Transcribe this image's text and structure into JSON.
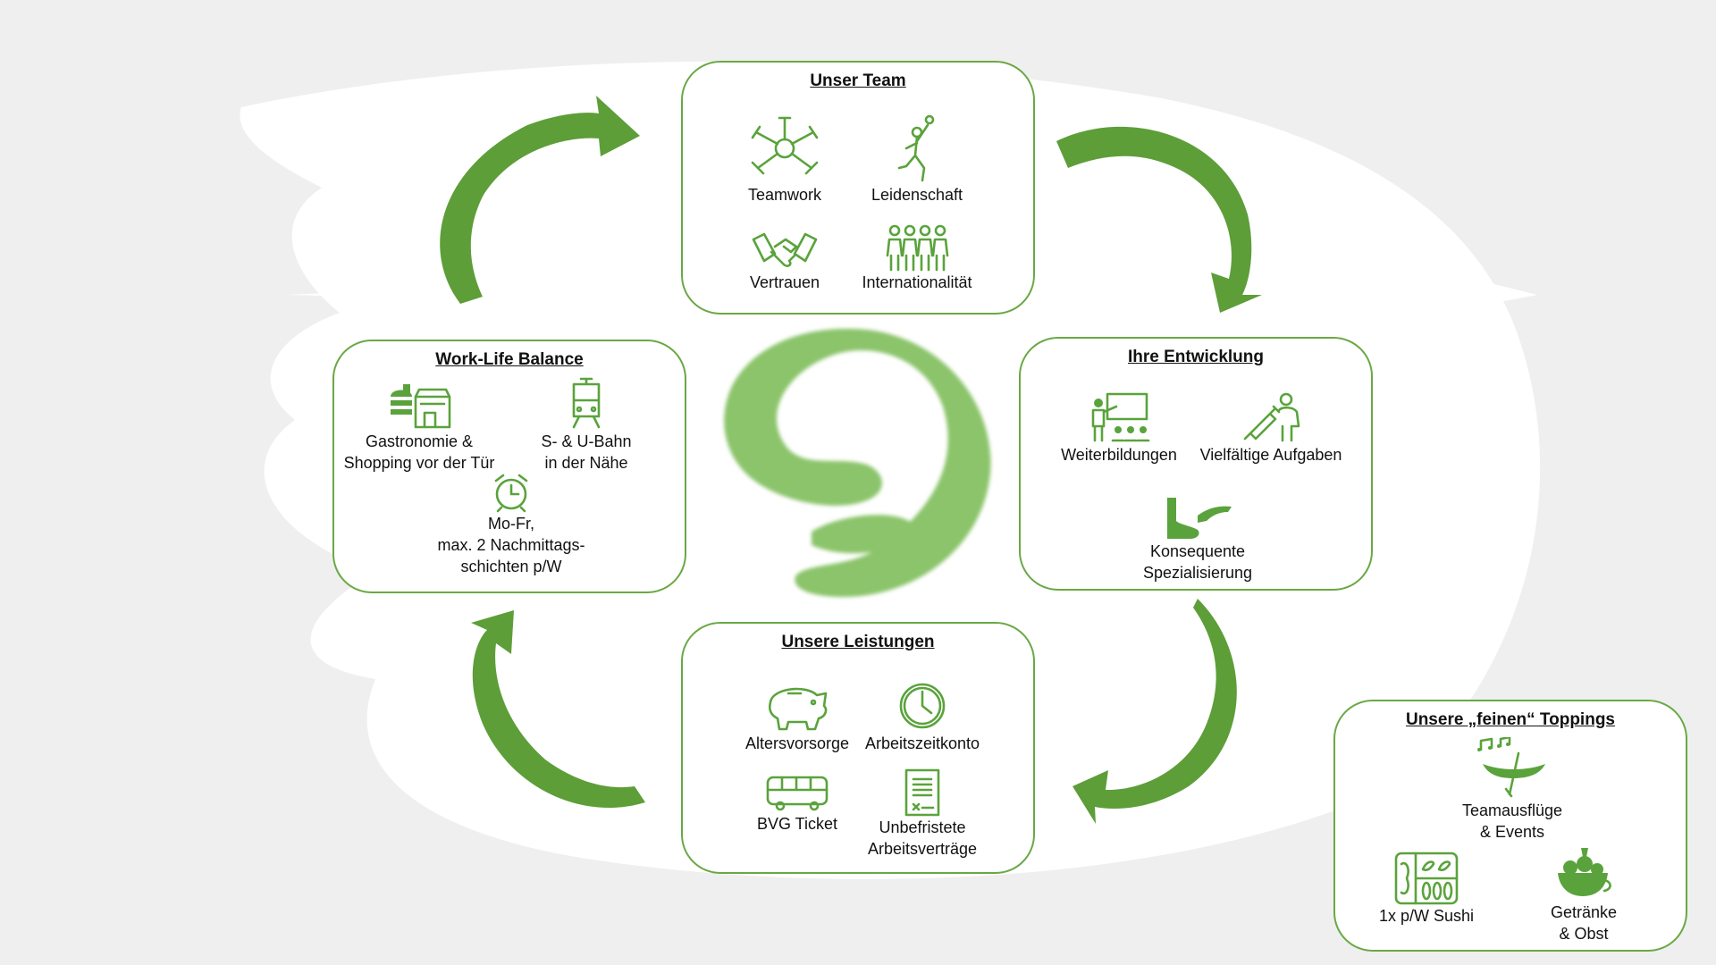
{
  "colors": {
    "accent": "#6aa844",
    "arrow": "#5d9e38",
    "logo": "#8bc46a",
    "background": "#efefef"
  },
  "boxes": {
    "team": {
      "title": "Unser Team",
      "items": [
        {
          "label": "Teamwork",
          "icon": "teamwork-hands-icon"
        },
        {
          "label": "Leidenschaft",
          "icon": "basketball-player-icon"
        },
        {
          "label": "Vertrauen",
          "icon": "handshake-icon"
        },
        {
          "label": "Internationalität",
          "icon": "group-people-icon"
        }
      ]
    },
    "entwicklung": {
      "title": "Ihre Entwicklung",
      "items": [
        {
          "label": "Weiterbildungen",
          "icon": "teacher-board-icon"
        },
        {
          "label": "Vielfältige Aufgaben",
          "icon": "syringe-person-icon"
        },
        {
          "label": "Konsequente\nSpezialisierung",
          "icon": "foot-hand-icon"
        }
      ]
    },
    "leistungen": {
      "title": "Unsere Leistungen",
      "items": [
        {
          "label": "Altersvorsorge",
          "icon": "piggy-bank-icon"
        },
        {
          "label": "Arbeitszeitkonto",
          "icon": "clock-icon"
        },
        {
          "label": "BVG Ticket",
          "icon": "bus-icon"
        },
        {
          "label": "Unbefristete\nArbeitsverträge",
          "icon": "contract-document-icon"
        }
      ]
    },
    "worklife": {
      "title": "Work-Life Balance",
      "items": [
        {
          "label": "Gastronomie &\nShopping vor der Tür",
          "icon": "food-shop-icon"
        },
        {
          "label": "S- & U-Bahn\nin der Nähe",
          "icon": "tram-icon"
        },
        {
          "label": "Mo-Fr,\nmax. 2 Nachmittags-\nschichten p/W",
          "icon": "alarm-clock-icon"
        }
      ]
    },
    "toppings": {
      "title": "Unsere „feinen“ Toppings",
      "items": [
        {
          "label": "Teamausflüge\n& Events",
          "icon": "canoe-music-icon"
        },
        {
          "label": "1x p/W Sushi",
          "icon": "sushi-tray-icon"
        },
        {
          "label": "Getränke\n& Obst",
          "icon": "fruit-bowl-icon"
        }
      ]
    }
  }
}
